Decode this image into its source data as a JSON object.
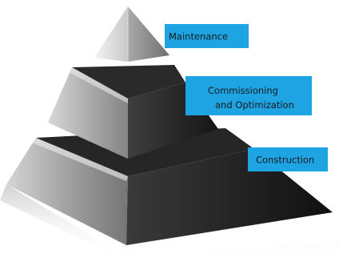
{
  "diagram": {
    "type": "pyramid",
    "label_color": "#1ea3e3",
    "tiers": [
      {
        "label_lines": [
          "Maintenance"
        ]
      },
      {
        "label_lines": [
          "Commissioning",
          "and Optimization"
        ]
      },
      {
        "label_lines": [
          "Construction"
        ]
      }
    ]
  }
}
